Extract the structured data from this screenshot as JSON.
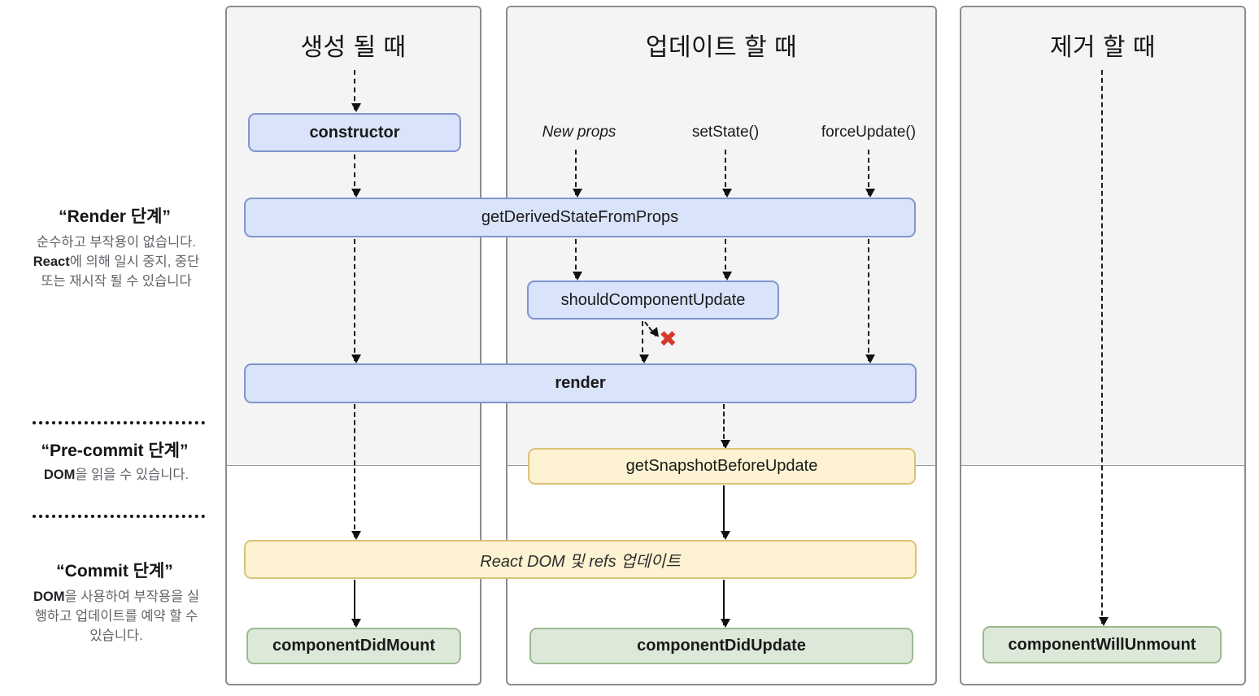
{
  "columns": [
    {
      "title": "생성 될 때"
    },
    {
      "title": "업데이트 할 때"
    },
    {
      "title": "제거 할 때"
    }
  ],
  "sidebar": {
    "phases": [
      {
        "title": "“Render 단계”",
        "desc_pre": "순수하고 부작용이 없습니다. ",
        "desc_bold": "React",
        "desc_post": "에 의해 일시 중지, 중단 또는 재시작 될 수 있습니다"
      },
      {
        "title": "“Pre-commit 단계”",
        "desc_pre": "",
        "desc_bold": "DOM",
        "desc_post": "을 읽을 수 있습니다."
      },
      {
        "title": "“Commit 단계”",
        "desc_pre": "",
        "desc_bold": "DOM",
        "desc_post": "을 사용하여 부작용을 실행하고 업데이트를 예약 할 수 있습니다."
      }
    ]
  },
  "triggers": {
    "new_props": "New props",
    "set_state": "setState()",
    "force_update": "forceUpdate()"
  },
  "boxes": {
    "constructor": "constructor",
    "get_derived_state_from_props": "getDerivedStateFromProps",
    "should_component_update": "shouldComponentUpdate",
    "render": "render",
    "get_snapshot_before_update": "getSnapshotBeforeUpdate",
    "react_dom_update": "React DOM 및 refs 업데이트",
    "component_did_mount": "componentDidMount",
    "component_did_update": "componentDidUpdate",
    "component_will_unmount": "componentWillUnmount"
  },
  "icons": {
    "cancel_x": "✖"
  },
  "colors": {
    "panel_bg": "#f4f4f5",
    "panel_border": "#8a8c8f",
    "blue_fill": "#d9e3f9",
    "blue_border": "#8095cd",
    "yellow_fill": "#fdf2d2",
    "yellow_border": "#d9c277",
    "green_fill": "#dce8d8",
    "green_border": "#9cba90",
    "error_red": "#d6392c"
  }
}
